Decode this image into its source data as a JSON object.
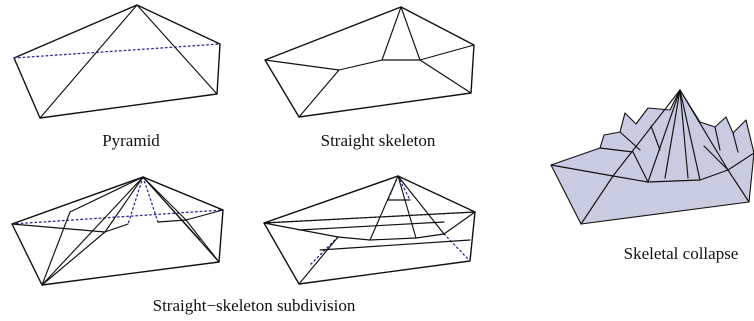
{
  "captions": {
    "pyramid": "Pyramid",
    "straight_skeleton": "Straight skeleton",
    "subdivision": "Straight−skeleton subdivision",
    "skeletal_collapse": "Skeletal collapse"
  },
  "colors": {
    "line": "#111111",
    "hidden_edge": "#2a2a9a",
    "collapse_fill": "#c9cbe0"
  }
}
